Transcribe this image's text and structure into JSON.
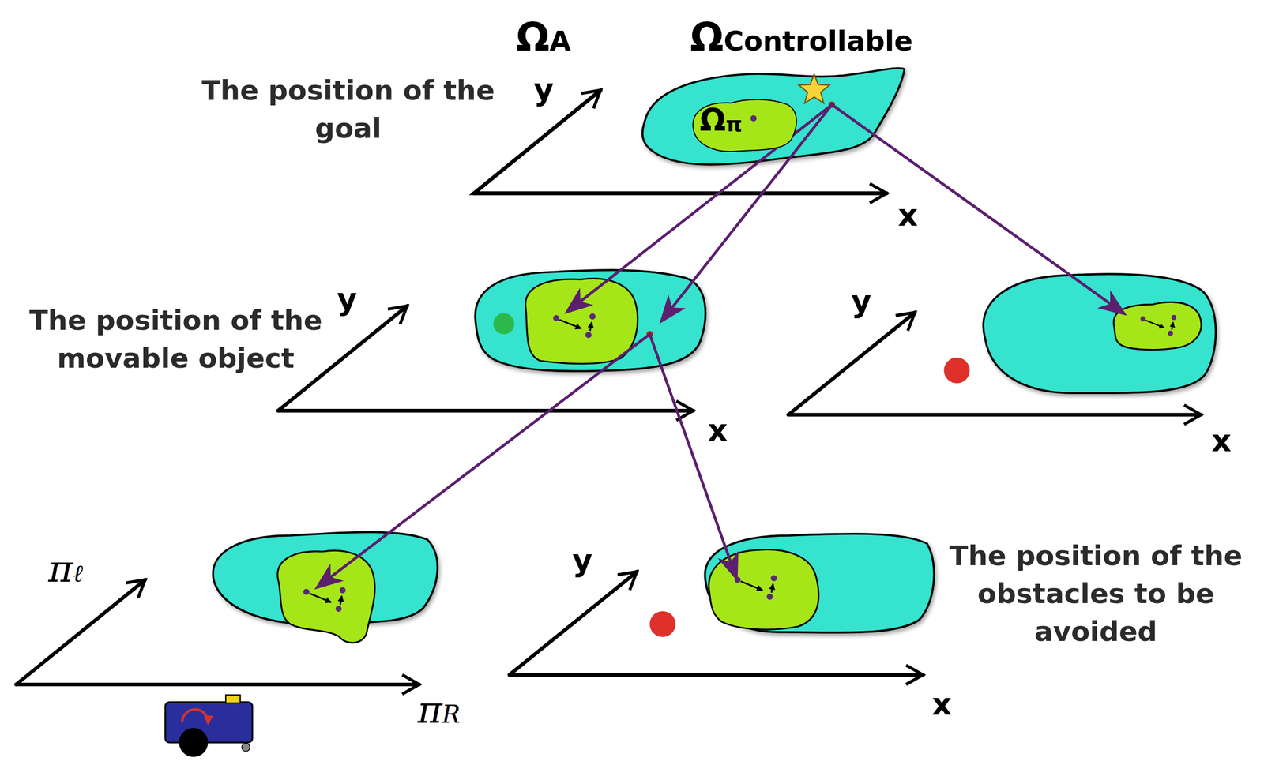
{
  "diagram": {
    "nodes": [
      {
        "text": [
          "The position of the goal",
          "y",
          "x",
          "ΩA",
          "ΩControllable"
        ]
      },
      {
        "text": [
          "Ωπ"
        ],
        "in": 0
      },
      {
        "text": [
          "The position of the movable object",
          "y",
          "x"
        ]
      },
      {
        "text": [
          "y",
          "x"
        ]
      },
      {
        "text": [
          "πℓ",
          "πR"
        ]
      },
      {
        "text": [
          "y",
          "x",
          "The position of the obstacles to be avoided"
        ]
      }
    ],
    "edges": [
      {
        "from": 0,
        "to": 2,
        "arrow": "to"
      },
      {
        "from": 0,
        "to": 2,
        "arrow": "to"
      },
      {
        "from": 0,
        "to": 3,
        "arrow": "to"
      },
      {
        "from": 2,
        "to": 4,
        "arrow": "to"
      },
      {
        "from": 2,
        "to": 5,
        "arrow": "to"
      }
    ]
  }
}
